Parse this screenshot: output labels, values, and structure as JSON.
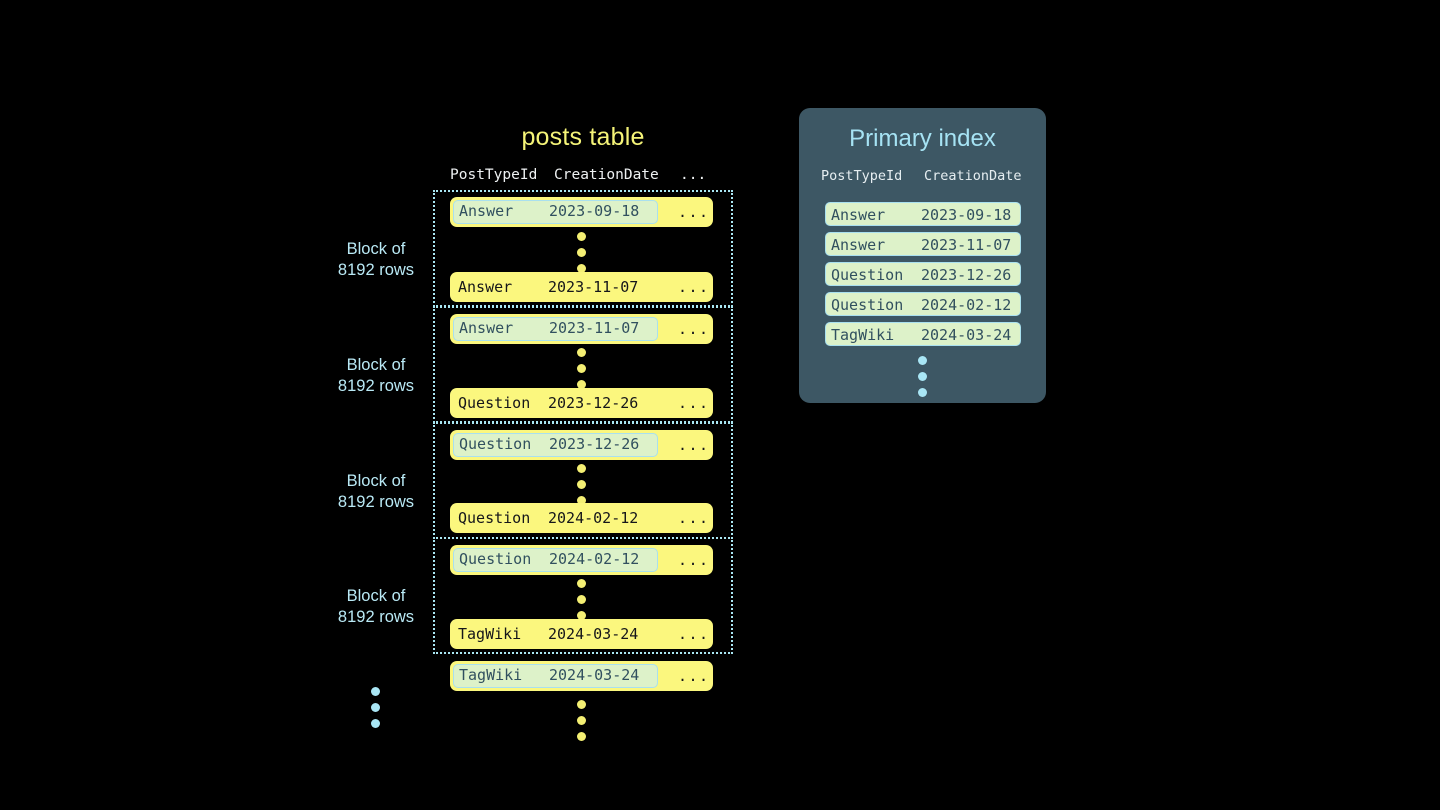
{
  "posts_table": {
    "title": "posts table",
    "headers": {
      "post_type_id": "PostTypeId",
      "creation_date": "CreationDate",
      "more": "..."
    },
    "block_label_line1": "Block of",
    "block_label_line2": "8192 rows",
    "more_cell": "...",
    "blocks": [
      {
        "label_line1": "Block of",
        "label_line2": "8192 rows",
        "first_row": {
          "post_type_id": "Answer",
          "creation_date": "2023-09-18",
          "more": "...",
          "highlighted": true
        },
        "last_row": {
          "post_type_id": "Answer",
          "creation_date": "2023-11-07",
          "more": "...",
          "highlighted": false
        }
      },
      {
        "label_line1": "Block of",
        "label_line2": "8192 rows",
        "first_row": {
          "post_type_id": "Answer",
          "creation_date": "2023-11-07",
          "more": "...",
          "highlighted": true
        },
        "last_row": {
          "post_type_id": "Question",
          "creation_date": "2023-12-26",
          "more": "...",
          "highlighted": false
        }
      },
      {
        "label_line1": "Block of",
        "label_line2": "8192 rows",
        "first_row": {
          "post_type_id": "Question",
          "creation_date": "2023-12-26",
          "more": "...",
          "highlighted": true
        },
        "last_row": {
          "post_type_id": "Question",
          "creation_date": "2024-02-12",
          "more": "...",
          "highlighted": false
        }
      },
      {
        "label_line1": "Block of",
        "label_line2": "8192 rows",
        "first_row": {
          "post_type_id": "Question",
          "creation_date": "2024-02-12",
          "more": "...",
          "highlighted": true
        },
        "last_row": {
          "post_type_id": "TagWiki",
          "creation_date": "2024-03-24",
          "more": "...",
          "highlighted": false
        }
      }
    ],
    "trailing_row": {
      "post_type_id": "TagWiki",
      "creation_date": "2024-03-24",
      "more": "...",
      "highlighted": true
    }
  },
  "primary_index": {
    "title": "Primary index",
    "headers": {
      "post_type_id": "PostTypeId",
      "creation_date": "CreationDate"
    },
    "rows": [
      {
        "post_type_id": "Answer",
        "creation_date": "2023-09-18"
      },
      {
        "post_type_id": "Answer",
        "creation_date": "2023-11-07"
      },
      {
        "post_type_id": "Question",
        "creation_date": "2023-12-26"
      },
      {
        "post_type_id": "Question",
        "creation_date": "2024-02-12"
      },
      {
        "post_type_id": "TagWiki",
        "creation_date": "2024-03-24"
      }
    ]
  },
  "colors": {
    "background": "#000000",
    "row_yellow": "#fbf77e",
    "highlight_mint": "#ddf2c9",
    "highlight_border": "#a9e0ef",
    "block_border": "#a9e6f2",
    "label_blue": "#b9e9f5",
    "title_yellow": "#f5f478",
    "panel_slate": "#3d5764",
    "panel_title_blue": "#a6e3f4",
    "dot_yellow": "#f4ef73",
    "dot_blue": "#a9e6f5",
    "header_text": "#eef1f2",
    "row_text_dark": "#15161a",
    "highlight_text": "#31505f"
  }
}
